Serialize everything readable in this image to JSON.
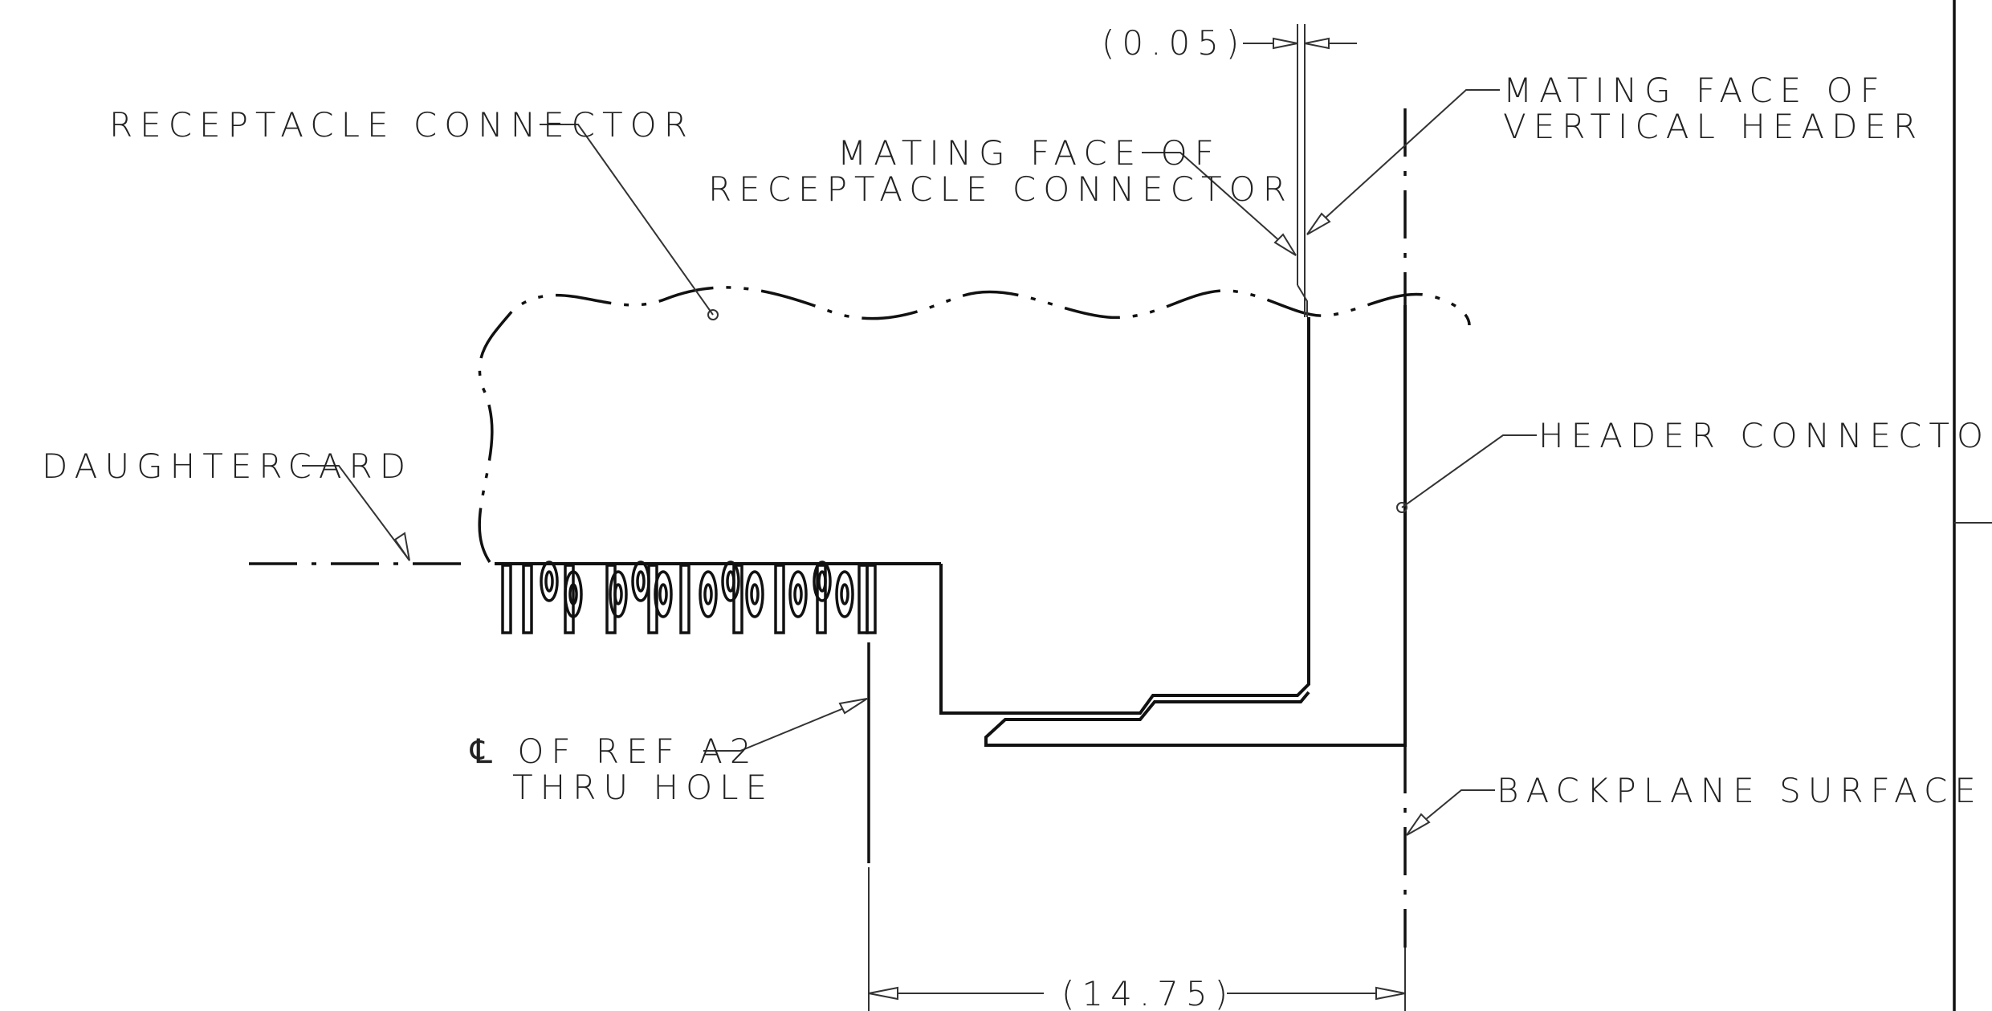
{
  "labels": {
    "receptacle_connector": "RECEPTACLE CONNECTOR",
    "mating_face_receptacle_line1": "MATING FACE OF",
    "mating_face_receptacle_line2": "RECEPTACLE CONNECTOR",
    "mating_face_header_line1": "MATING FACE OF",
    "mating_face_header_line2": "VERTICAL HEADER",
    "header_connector": "HEADER CONNECTOR",
    "daughtercard": "DAUGHTERCARD",
    "ref_hole_line1": "℄ OF REF A2",
    "ref_hole_line2": "THRU HOLE",
    "backplane_surface": "BACKPLANE SURFACE"
  },
  "dimensions": {
    "gap": "(0.05)",
    "offset": "(14.75)"
  },
  "colors": {
    "line": "#111111",
    "leader": "#333333",
    "background": "#ffffff"
  }
}
